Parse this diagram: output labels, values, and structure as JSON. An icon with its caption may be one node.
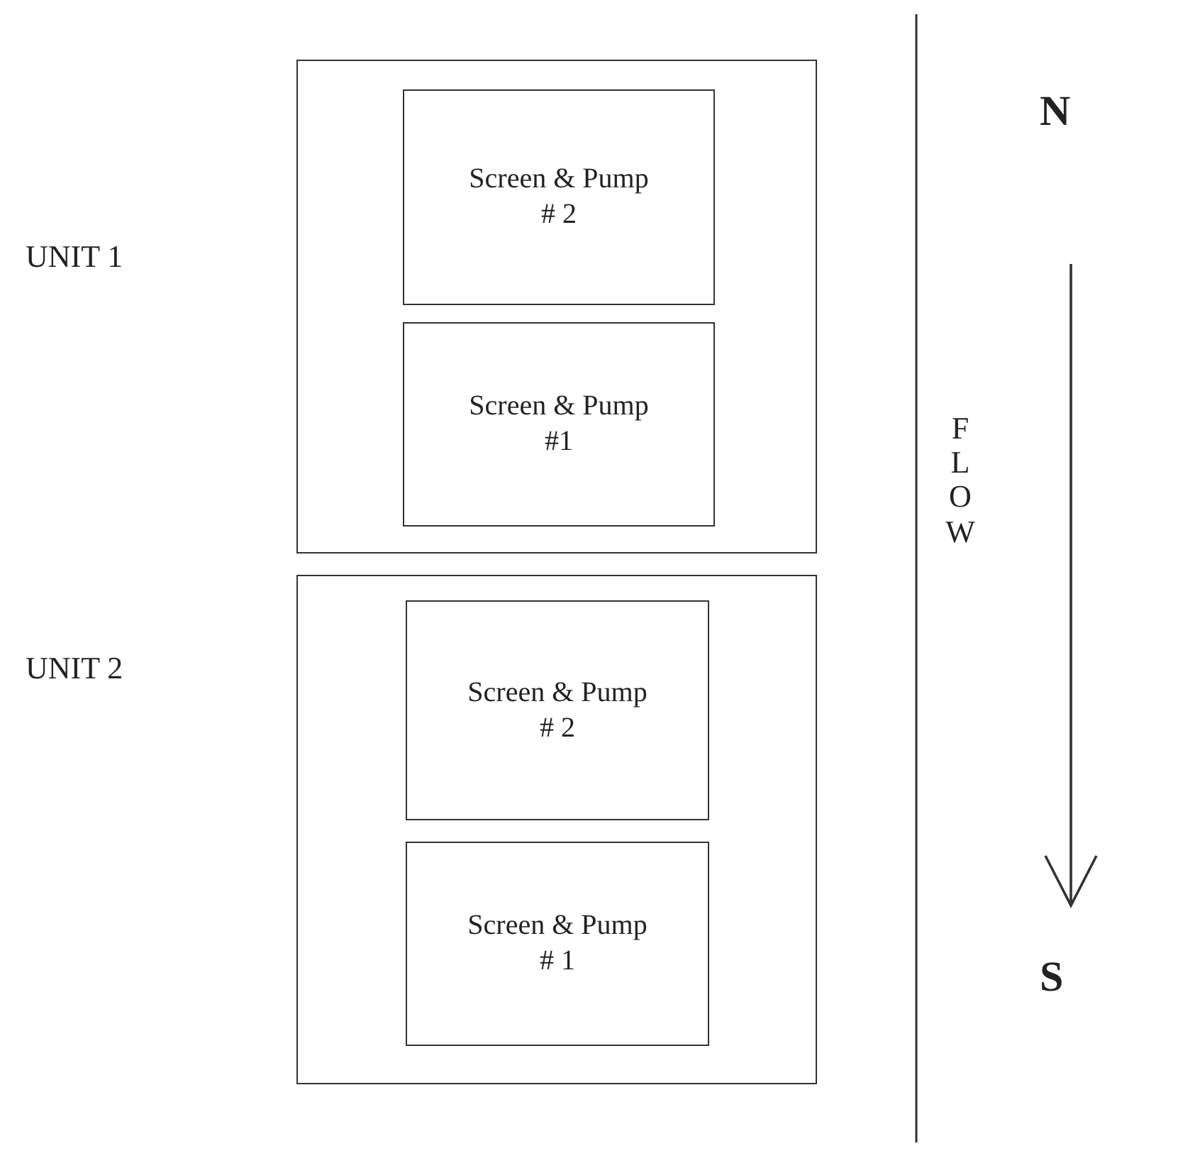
{
  "diagram": {
    "nodes": [
      {
        "text": [],
        "shape": "box"
      },
      {
        "text": [
          "Screen & Pump # 2"
        ],
        "in": 0
      },
      {
        "text": [
          "Screen & Pump #1"
        ],
        "in": 0
      },
      {
        "text": [],
        "shape": "box"
      },
      {
        "text": [
          "Screen & Pump # 2"
        ],
        "in": 3
      },
      {
        "text": [
          "Screen & Pump # 1"
        ],
        "in": 3
      }
    ],
    "edges": [],
    "labels": [
      "N",
      "UNIT 1",
      "FLOW",
      "UNIT 2",
      "S"
    ]
  }
}
